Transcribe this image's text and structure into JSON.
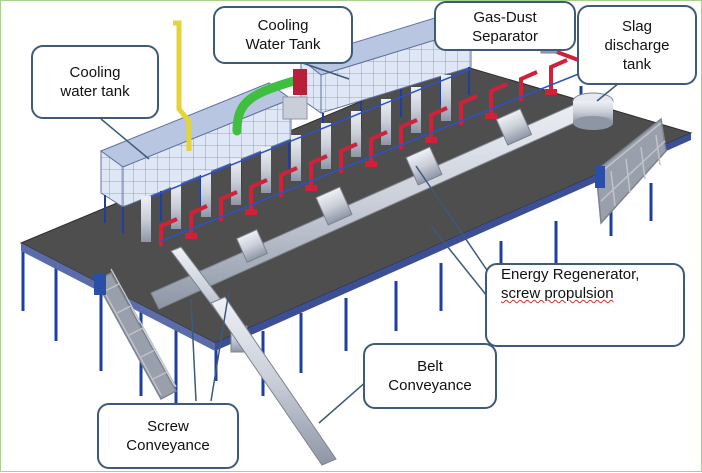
{
  "labels": {
    "cooling_water_tank_left": "Cooling\nwater tank",
    "cooling_water_tank_top": "Cooling\nWater Tank",
    "gas_dust_separator": "Gas-Dust\nSeparator",
    "slag_discharge_tank": "Slag\ndischarge\ntank",
    "energy_regenerator_line1": "Energy Regenerator,",
    "energy_regenerator_line2": "screw propulsion",
    "belt_conveyance": "Belt\nConveyance",
    "screw_conveyance": "Screw\nConveyance"
  },
  "colors": {
    "platform": "#4e4e4e",
    "legs": "#1f3fa0",
    "tank_face": "#dfe6f5",
    "tank_grid": "#7c8fb8",
    "pipe_red": "#d0203a",
    "pipe_green": "#3fbf3f",
    "pipe_yellow": "#e5d33a",
    "steel": "#c9ced8",
    "callout_border": "#3d5a7a"
  }
}
